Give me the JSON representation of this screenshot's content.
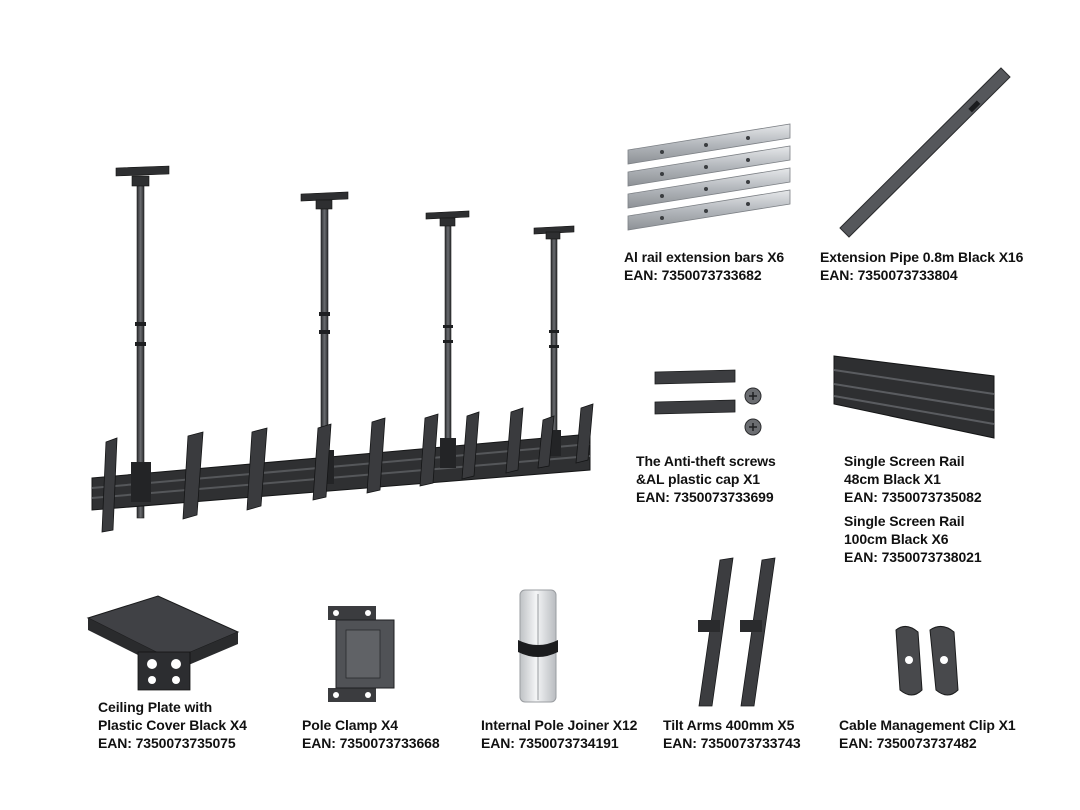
{
  "parts": {
    "rail_bars": {
      "line1": "Al rail extension bars X6",
      "ean": "EAN: 7350073733682"
    },
    "ext_pipe": {
      "line1": "Extension Pipe 0.8m Black X16",
      "ean": "EAN: 7350073733804"
    },
    "antitheft": {
      "line1": "The Anti-theft screws",
      "line2": "&AL plastic cap X1",
      "ean": "EAN: 7350073733699"
    },
    "rail_48": {
      "line1": "Single Screen Rail",
      "line2": "48cm Black X1",
      "ean": "EAN: 7350073735082"
    },
    "rail_100": {
      "line1": "Single Screen Rail",
      "line2": "100cm Black X6",
      "ean": "EAN: 7350073738021"
    },
    "ceiling_plate": {
      "line1": "Ceiling Plate with",
      "line2": "Plastic Cover Black X4",
      "ean": "EAN: 7350073735075"
    },
    "pole_clamp": {
      "line1": "Pole Clamp X4",
      "ean": "EAN: 7350073733668"
    },
    "pole_joiner": {
      "line1": "Internal Pole Joiner X12",
      "ean": "EAN: 7350073734191"
    },
    "tilt_arms": {
      "line1": "Tilt Arms 400mm X5",
      "ean": "EAN: 7350073733743"
    },
    "cable_clip": {
      "line1": "Cable Management Clip X1",
      "ean": "EAN: 7350073737482"
    }
  },
  "colors": {
    "metal_dark": "#3a3b3d",
    "metal_mid": "#5c5e61",
    "aluminium": "#c9ccd0",
    "text": "#111111"
  }
}
